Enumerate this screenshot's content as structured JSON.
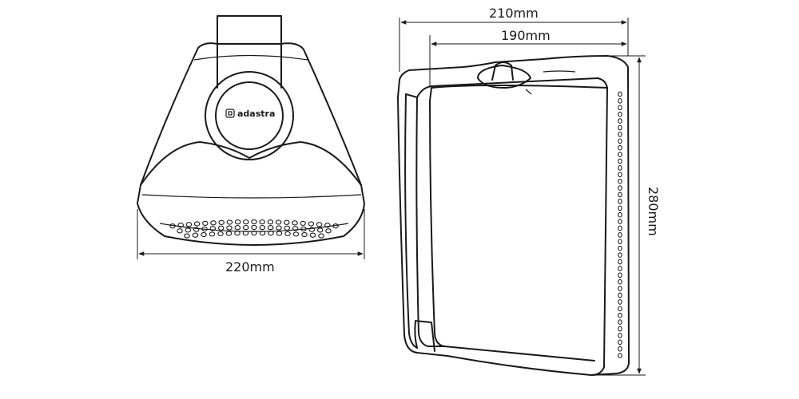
{
  "front_view": {
    "brand_logo": "adastra",
    "width_label": "220mm"
  },
  "side_view": {
    "depth_label": "210mm",
    "inner_depth_label": "190mm",
    "height_label": "280mm"
  }
}
